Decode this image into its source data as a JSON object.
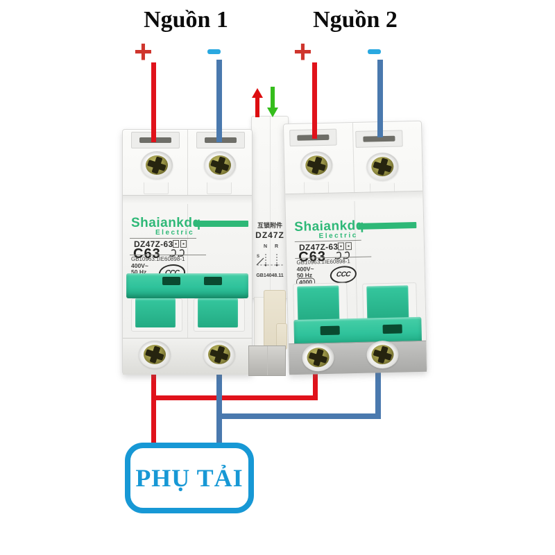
{
  "sources": {
    "source1_label": "Nguồn 1",
    "source2_label": "Nguồn 2",
    "plus_symbol": "+",
    "minus_symbol": "-"
  },
  "breaker_left": {
    "brand": "Shaiankdq",
    "brand_sub": "Electric",
    "model": "DZ47Z-63",
    "current_rating": "C63",
    "standard": "GB10963.1IE60898-1",
    "voltage": "400V~",
    "frequency": "50 Hz",
    "cert_mark": "CCC"
  },
  "breaker_right": {
    "brand": "Shaiankdq",
    "brand_sub": "Electric",
    "model": "DZ47Z-63",
    "current_rating": "C63",
    "standard": "GB10963.1IE60898-1",
    "voltage": "400V~",
    "frequency": "50 Hz",
    "breaking_capacity": "4000",
    "cert_mark": "CCC"
  },
  "interlock": {
    "name": "互锁附件",
    "model": "DZ47Z",
    "terminal_n": "N",
    "terminal_r": "R",
    "switch_label": "S",
    "standard": "GB14048.11"
  },
  "load": {
    "label": "PHỤ TẢI"
  },
  "colors": {
    "wire_red": "#e0121b",
    "wire_blue": "#4a79ae",
    "plus_red": "#cf352d",
    "minus_blue": "#29a8e0",
    "arrow_red": "#dd0d10",
    "arrow_green": "#35bd1c",
    "handle_green": "#2fc29b",
    "brand_green": "#2eb877",
    "load_box_blue": "#1798d5"
  }
}
